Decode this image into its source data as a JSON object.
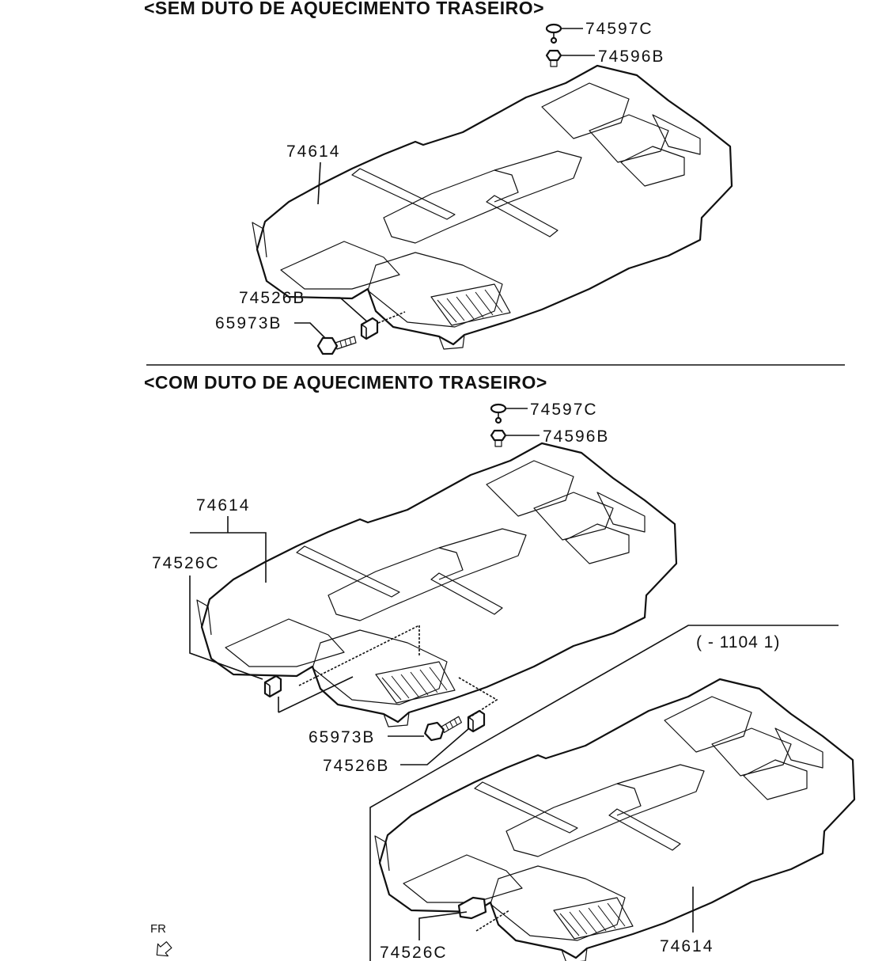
{
  "section_top": {
    "title": "<SEM DUTO DE AQUECIMENTO TRASEIRO>",
    "labels": {
      "clip_a": "74597C",
      "clip_b": "74596B",
      "carpet": "74614",
      "bracket": "74526B",
      "bolt": "65973B"
    }
  },
  "section_bottom": {
    "title": "<COM DUTO DE AQUECIMENTO TRASEIRO>",
    "labels": {
      "clip_a": "74597C",
      "clip_b": "74596B",
      "carpet": "74614",
      "bracket_c": "74526C",
      "bolt": "65973B",
      "bracket_b": "74526B"
    },
    "inset": {
      "range": "( - 1104 1)",
      "bracket_c": "74526C",
      "carpet": "74614"
    },
    "fr_marker": "FR"
  }
}
